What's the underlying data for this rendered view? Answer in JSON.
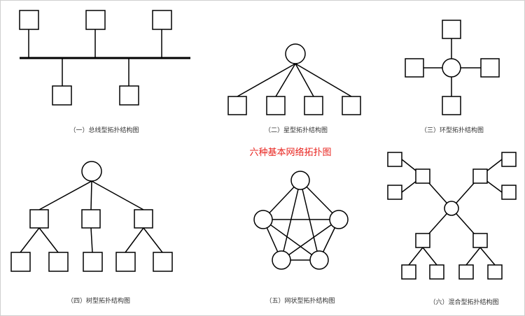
{
  "title": "六种基本网络拓扑图",
  "title_color": "#e8231e",
  "captions": {
    "bus": "（一）总线型拓扑结构图",
    "star": "（二）星型拓扑结构图",
    "ring": "（三）环型拓扑结构图",
    "tree": "（四）树型拓扑结构图",
    "mesh": "（五）网状型拓扑结构图",
    "hybrid": "（六）混合型拓扑结构图"
  }
}
